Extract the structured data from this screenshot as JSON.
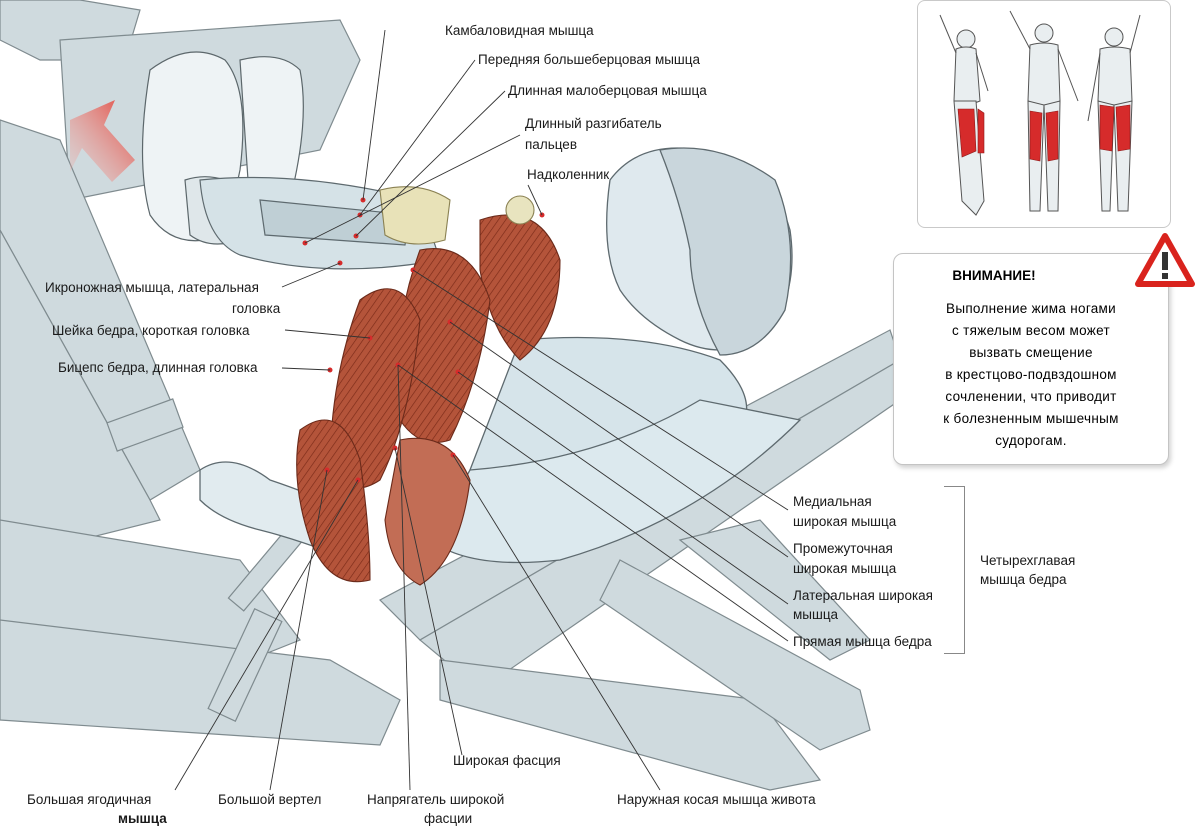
{
  "labels": {
    "soleus": "Камбаловидная мышца",
    "tibialis_anterior": "Передняя большеберцовая мышца",
    "peroneus_longus": "Длинная малоберцовая мышца",
    "ext_digitorum_1": "Длинный разгибатель",
    "ext_digitorum_2": "пальцев",
    "patella": "Надколенник",
    "gastrocnemius_1": "Икроножная мышца, латеральная",
    "gastrocnemius_2": "головка",
    "biceps_short": "Шейка бедра, короткая головка",
    "biceps_long": "Бицепс бедра, длинная головка",
    "vastus_medialis_1": "Медиальная",
    "vastus_medialis_2": "широкая мышца",
    "vastus_intermedius_1": "Промежуточная",
    "vastus_intermedius_2": "широкая мышца",
    "vastus_lateralis_1": "Латеральная широкая",
    "vastus_lateralis_2": "мышца",
    "rectus_femoris": "Прямая мышца бедра",
    "quadriceps_1": "Четырехглавая",
    "quadriceps_2": "мышца бедра",
    "fascia_lata": "Широкая фасция",
    "gluteus_max_1": "Большая ягодичная",
    "gluteus_max_2": "мышца",
    "greater_trochanter": "Большой вертел",
    "tfl_1": "Напрягатель широкой",
    "tfl_2": "фасции",
    "external_oblique": "Наружная косая мышца живота"
  },
  "warning": {
    "title": "ВНИМАНИЕ!",
    "line1": "Выполнение жима ногами",
    "line2": "с тяжелым весом может",
    "line3": "вызвать смещение",
    "line4": "в крестцово-подвздошном",
    "line5": "сочленении, что приводит",
    "line6": "к болезненным мышечным",
    "line7": "судорогам."
  },
  "colors": {
    "muscle_red": "#d62b2b",
    "muscle_brown": "#a9452d",
    "skin_blue": "#dce9ee",
    "machine": "#c7d3d6",
    "line": "#3a3a3a",
    "arrow": "#e53025",
    "warn_icon": "#d9231d"
  }
}
